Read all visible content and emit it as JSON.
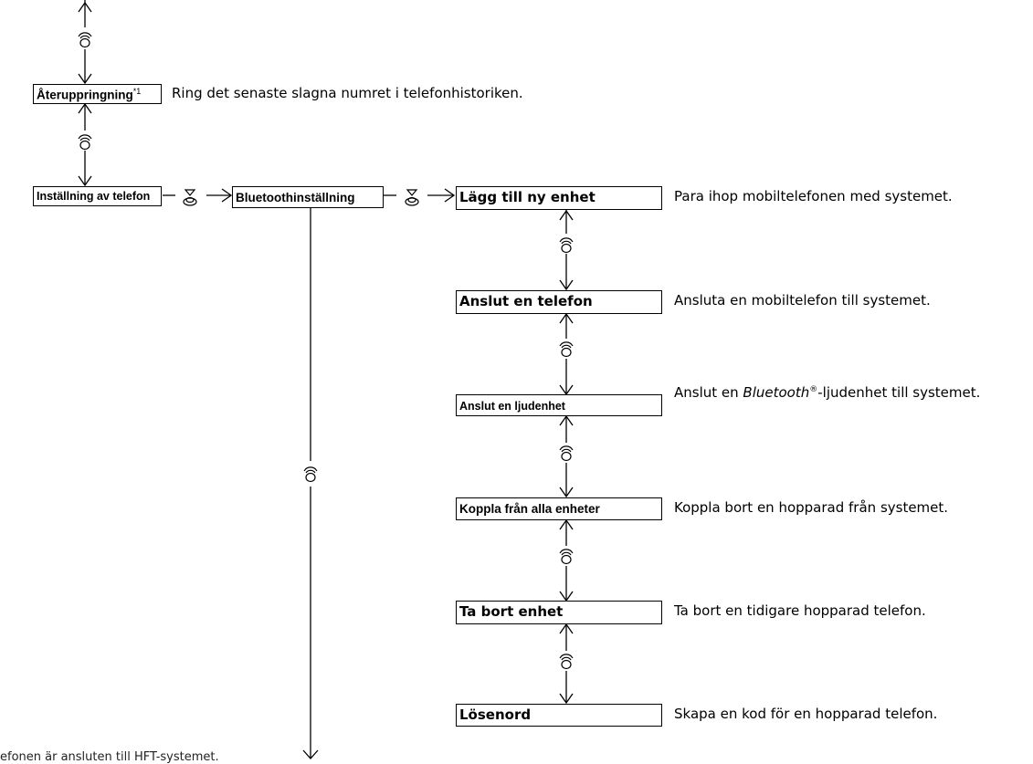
{
  "menu": {
    "redial": {
      "label": "Återuppringning",
      "footnote": "*1",
      "desc": "Ring det senaste slagna numret i telefonhistoriken."
    },
    "phone_setup": {
      "label": "Inställning av telefon"
    },
    "bluetooth_setup": {
      "label": "Bluetoothinställning"
    },
    "items": [
      {
        "label": "Lägg till ny enhet",
        "desc": "Para ihop mobiltelefonen med systemet."
      },
      {
        "label": "Anslut en telefon",
        "desc": "Ansluta en mobiltelefon till systemet."
      },
      {
        "label": "Anslut en ljudenhet",
        "desc_pre": "Anslut en ",
        "desc_italic": "Bluetooth",
        "desc_sup": "®",
        "desc_post": "-ljudenhet till systemet."
      },
      {
        "label": "Koppla från alla enheter",
        "desc": "Koppla bort en hopparad från systemet."
      },
      {
        "label": "Ta bort enhet",
        "desc": "Ta bort en tidigare hopparad telefon."
      },
      {
        "label": "Lösenord",
        "desc": "Skapa en kod för en hopparad telefon."
      }
    ]
  },
  "footnote_text": "efonen är ansluten till HFT-systemet."
}
